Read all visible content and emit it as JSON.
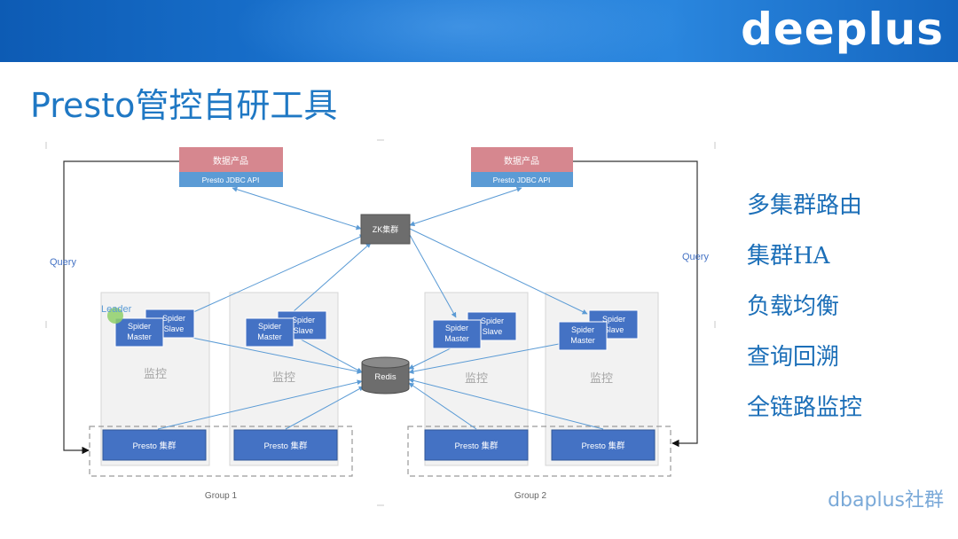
{
  "header": {
    "logo": "deeplus"
  },
  "title": "Presto管控自研工具",
  "diagram": {
    "data_product": "数据产品",
    "jdbc_api": "Presto JDBC API",
    "zk": "ZK集群",
    "redis": "Redis",
    "query": "Query",
    "leader": "Leader",
    "spider_slave": [
      "Spider",
      "Slave"
    ],
    "spider_master": [
      "Spider",
      "Master"
    ],
    "monitor": "监控",
    "presto_cluster": "Presto 集群",
    "groups": [
      "Group 1",
      "Group 2"
    ]
  },
  "bullets": [
    "多集群路由",
    "集群HA",
    "负载均衡",
    "查询回溯",
    "全链路监控"
  ],
  "footer": "dbaplus社群",
  "colors": {
    "header_blue": "#1a73cf",
    "title_blue": "#1f78c4",
    "node_blue": "#4472c4",
    "api_blue": "#5b9bd5",
    "product_red": "#d6878f",
    "zk_gray": "#6d6d6d",
    "panel_gray": "#f2f2f2",
    "arrow_blue": "#5b9bd5",
    "leader_green": "#8fd06a"
  }
}
